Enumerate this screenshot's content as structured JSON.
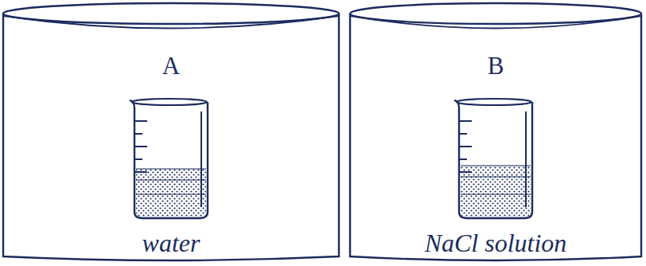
{
  "diagram": {
    "nodes": [
      {
        "text": [
          "A",
          "water"
        ]
      },
      {
        "text": [
          "B",
          "NaCl solution"
        ]
      }
    ]
  }
}
